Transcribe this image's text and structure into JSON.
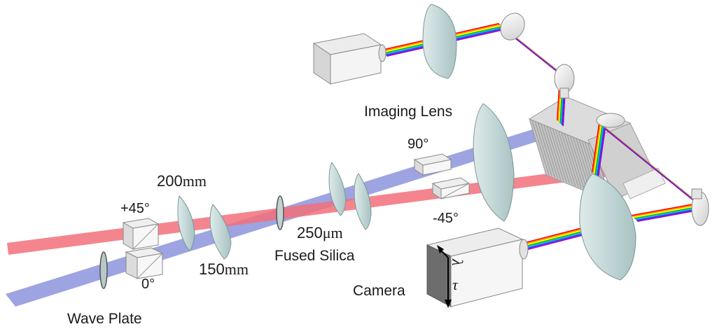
{
  "labels": {
    "imaging_lens": "Imaging Lens",
    "angle_90": "90°",
    "angle_minus45": "-45°",
    "angle_plus45": "+45°",
    "angle_0": "0°",
    "lens_200_value": "200",
    "lens_200_unit": "mm",
    "lens_150_value": "150",
    "lens_150_unit": "mm",
    "thickness_value": "250",
    "thickness_unit": "μm",
    "fused_silica": "Fused Silica",
    "wave_plate": "Wave Plate",
    "camera": "Camera",
    "lambda_symbol": "λ",
    "tau_symbol": "τ"
  },
  "colors": {
    "red_beam": "#f2707a",
    "blue_beam": "#8c94dc",
    "lens_fill": "#c9dcdc",
    "lens_stroke": "#7a9696",
    "box_face": "#f2f2f2",
    "box_side": "#d9d9d9",
    "box_top": "#e8e8e8",
    "grating": "#b8b8b8",
    "spectrum": [
      "#ff0000",
      "#ff8c00",
      "#ffff00",
      "#00c000",
      "#00b0ff",
      "#3030ff",
      "#a000c0"
    ]
  }
}
